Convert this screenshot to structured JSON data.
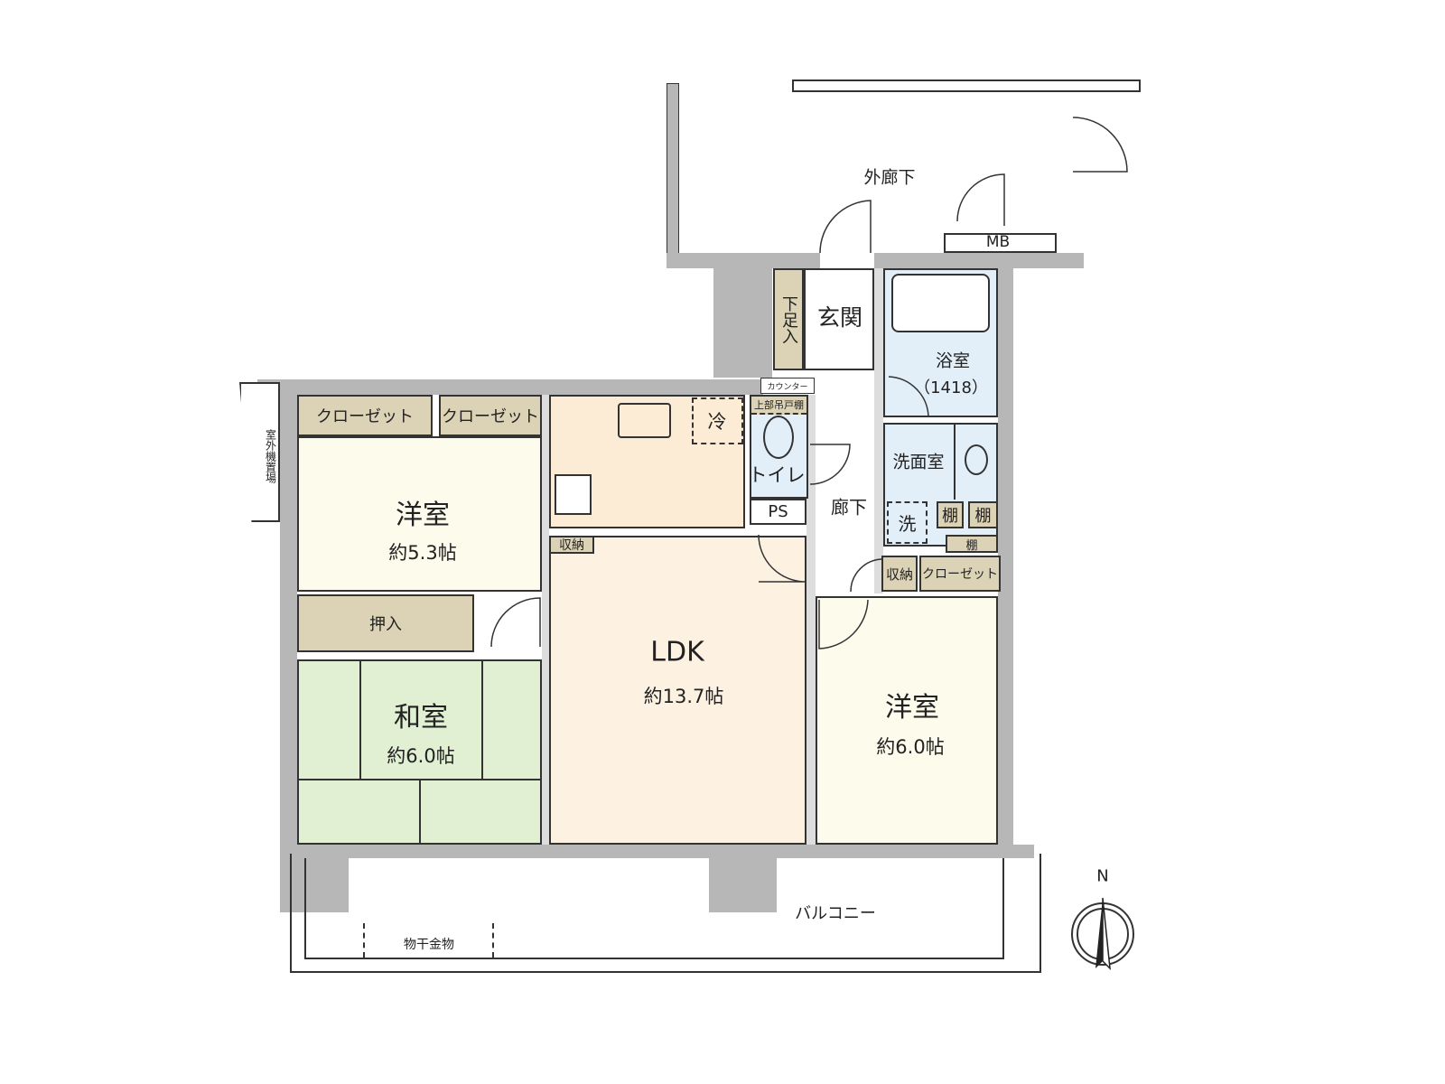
{
  "labels": {
    "outer_corridor": "外廊下",
    "mb": "MB",
    "shoe_storage": "下足入",
    "entrance": "玄関",
    "bath": "浴室",
    "bath_size": "（1418）",
    "counter": "カウンター",
    "upper_cabinet": "上部吊戸棚",
    "fridge": "冷",
    "toilet": "トイレ",
    "ps": "PS",
    "hallway": "廊下",
    "washroom": "洗面室",
    "washer": "洗",
    "shelf1": "棚",
    "shelf2": "棚",
    "shelf3": "棚",
    "storage_hall": "収納",
    "closet_right": "クローゼット",
    "closet1": "クローゼット",
    "closet2": "クローゼット",
    "outdoor_unit": "室外機置場",
    "western_left": "洋室",
    "western_left_size": "約5.3帖",
    "oshiire": "押入",
    "japanese": "和室",
    "japanese_size": "約6.0帖",
    "storage_ldk": "収納",
    "ldk": "LDK",
    "ldk_size": "約13.7帖",
    "western_right": "洋室",
    "western_right_size": "約6.0帖",
    "balcony": "バルコニー",
    "drying_hardware": "物干金物",
    "north": "N"
  },
  "colors": {
    "western": "#fdfbec",
    "ldk": "#fdf2e2",
    "kitchen": "#fcecd6",
    "japanese": "#e1efd3",
    "storage": "#dcd2b6",
    "wet": "#e2eff9",
    "wall": "#b7b7b7"
  }
}
